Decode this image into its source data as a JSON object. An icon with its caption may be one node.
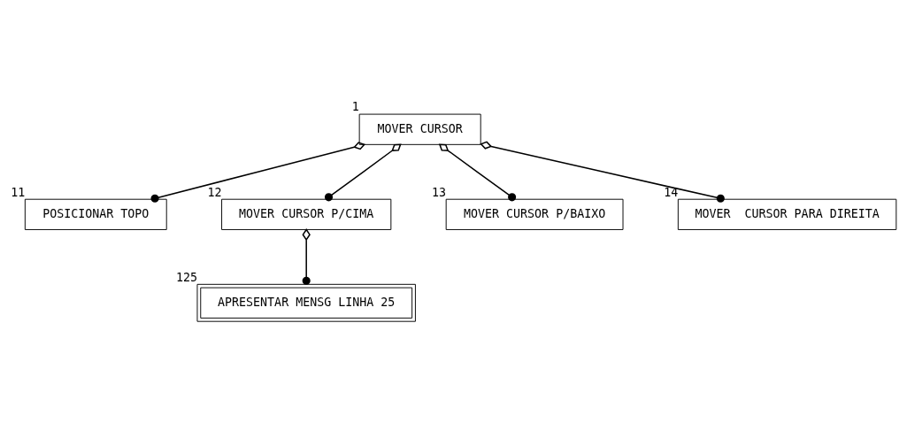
{
  "diagram": {
    "nodes": [
      {
        "text": [
          "MOVER CURSOR"
        ],
        "beside": [
          "1"
        ]
      },
      {
        "text": [
          "POSICIONAR TOPO"
        ],
        "beside": [
          "11"
        ]
      },
      {
        "text": [
          "MOVER CURSOR P/CIMA"
        ],
        "beside": [
          "12"
        ]
      },
      {
        "text": [
          "MOVER CURSOR P/BAIXO"
        ],
        "beside": [
          "13"
        ]
      },
      {
        "text": [
          "MOVER  CURSOR PARA DIREITA"
        ],
        "beside": [
          "14"
        ]
      },
      {
        "text": [
          "APRESENTAR MENSG LINHA 25"
        ],
        "beside": [
          "125"
        ]
      }
    ],
    "edges": [
      {
        "from": 0,
        "to": 1,
        "arrow": "other"
      },
      {
        "from": 0,
        "to": 2,
        "arrow": "other"
      },
      {
        "from": 0,
        "to": 3,
        "arrow": "other"
      },
      {
        "from": 0,
        "to": 4,
        "arrow": "other"
      },
      {
        "from": 2,
        "to": 5,
        "arrow": "other"
      }
    ]
  }
}
